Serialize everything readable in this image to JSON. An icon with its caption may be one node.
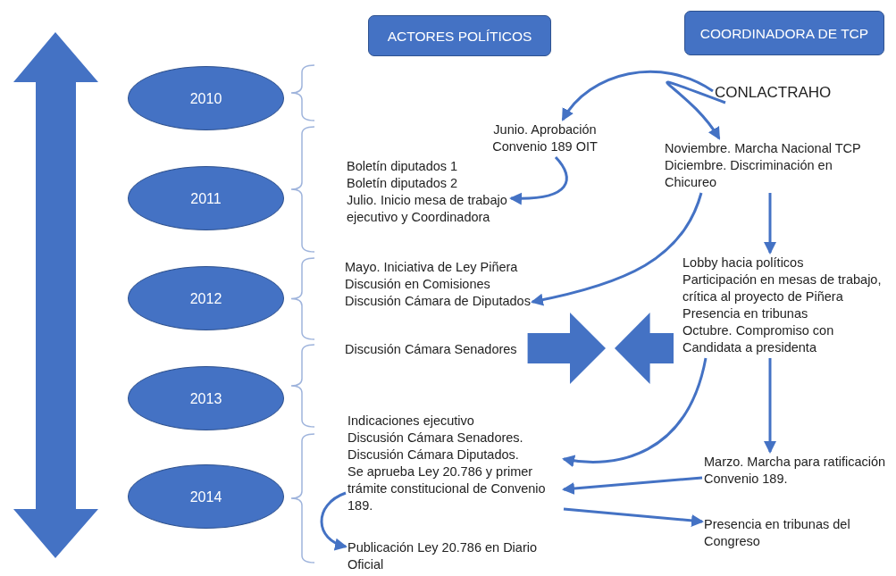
{
  "diagram": {
    "nodes": [
      {
        "text": [
          "ACTORES POLÍTICOS"
        ]
      },
      {
        "text": [
          "COORDINADORA DE TCP"
        ]
      },
      {
        "text": [
          "2010"
        ]
      },
      {
        "text": [
          "2011"
        ]
      },
      {
        "text": [
          "2012"
        ]
      },
      {
        "text": [
          "2013"
        ]
      },
      {
        "text": [
          "2014"
        ]
      },
      {
        "text": [
          "CONLACTRAHO"
        ]
      },
      {
        "text": [
          "Junio. Aprobación Convenio 189 OIT"
        ]
      },
      {
        "text": [
          "Noviembre. Marcha Nacional TCP",
          "Diciembre. Discriminación en Chicureo"
        ]
      },
      {
        "text": [
          "Boletín diputados 1",
          "Boletín diputados 2",
          "Julio. Inicio mesa de trabajo ejecutivo y Coordinadora"
        ]
      },
      {
        "text": [
          "Mayo. Iniciativa de Ley Piñera",
          "Discusión en Comisiones",
          "Discusión Cámara de Diputados"
        ]
      },
      {
        "text": [
          "Discusión Cámara Senadores"
        ]
      },
      {
        "text": [
          "Lobby hacia políticos",
          "Participación en mesas de trabajo, crítica al proyecto de Piñera",
          "Presencia en tribunas",
          "Octubre. Compromiso con Candidata a presidenta"
        ]
      },
      {
        "text": [
          "Indicaciones ejecutivo",
          "Discusión Cámara Senadores.",
          "Discusión Cámara Diputados.",
          "Se aprueba Ley 20.786 y primer trámite constitucional de Convenio 189."
        ]
      },
      {
        "text": [
          "Publicación Ley 20.786 en Diario Oficial"
        ]
      },
      {
        "text": [
          "Marzo. Marcha para ratificación Convenio 189."
        ]
      },
      {
        "text": [
          "Presencia en tribunas del Congreso"
        ]
      }
    ],
    "edges": [
      {
        "from": 7,
        "to": 8,
        "arrow": "to"
      },
      {
        "from": 7,
        "to": 9,
        "arrow": "to"
      },
      {
        "from": 8,
        "to": 10,
        "arrow": "to"
      },
      {
        "from": 9,
        "to": 11,
        "arrow": "to"
      },
      {
        "from": 9,
        "to": 13,
        "arrow": "to"
      },
      {
        "from": 12,
        "to": null,
        "arrow": "to",
        "style": "thick"
      },
      {
        "from": 13,
        "to": null,
        "arrow": "to",
        "style": "thick"
      },
      {
        "from": 13,
        "to": 16,
        "arrow": "to"
      },
      {
        "from": 13,
        "to": 14,
        "arrow": "to"
      },
      {
        "from": 16,
        "to": 14,
        "arrow": "to"
      },
      {
        "from": 14,
        "to": 17,
        "arrow": "to"
      },
      {
        "from": 14,
        "to": 15,
        "arrow": "to"
      }
    ]
  }
}
